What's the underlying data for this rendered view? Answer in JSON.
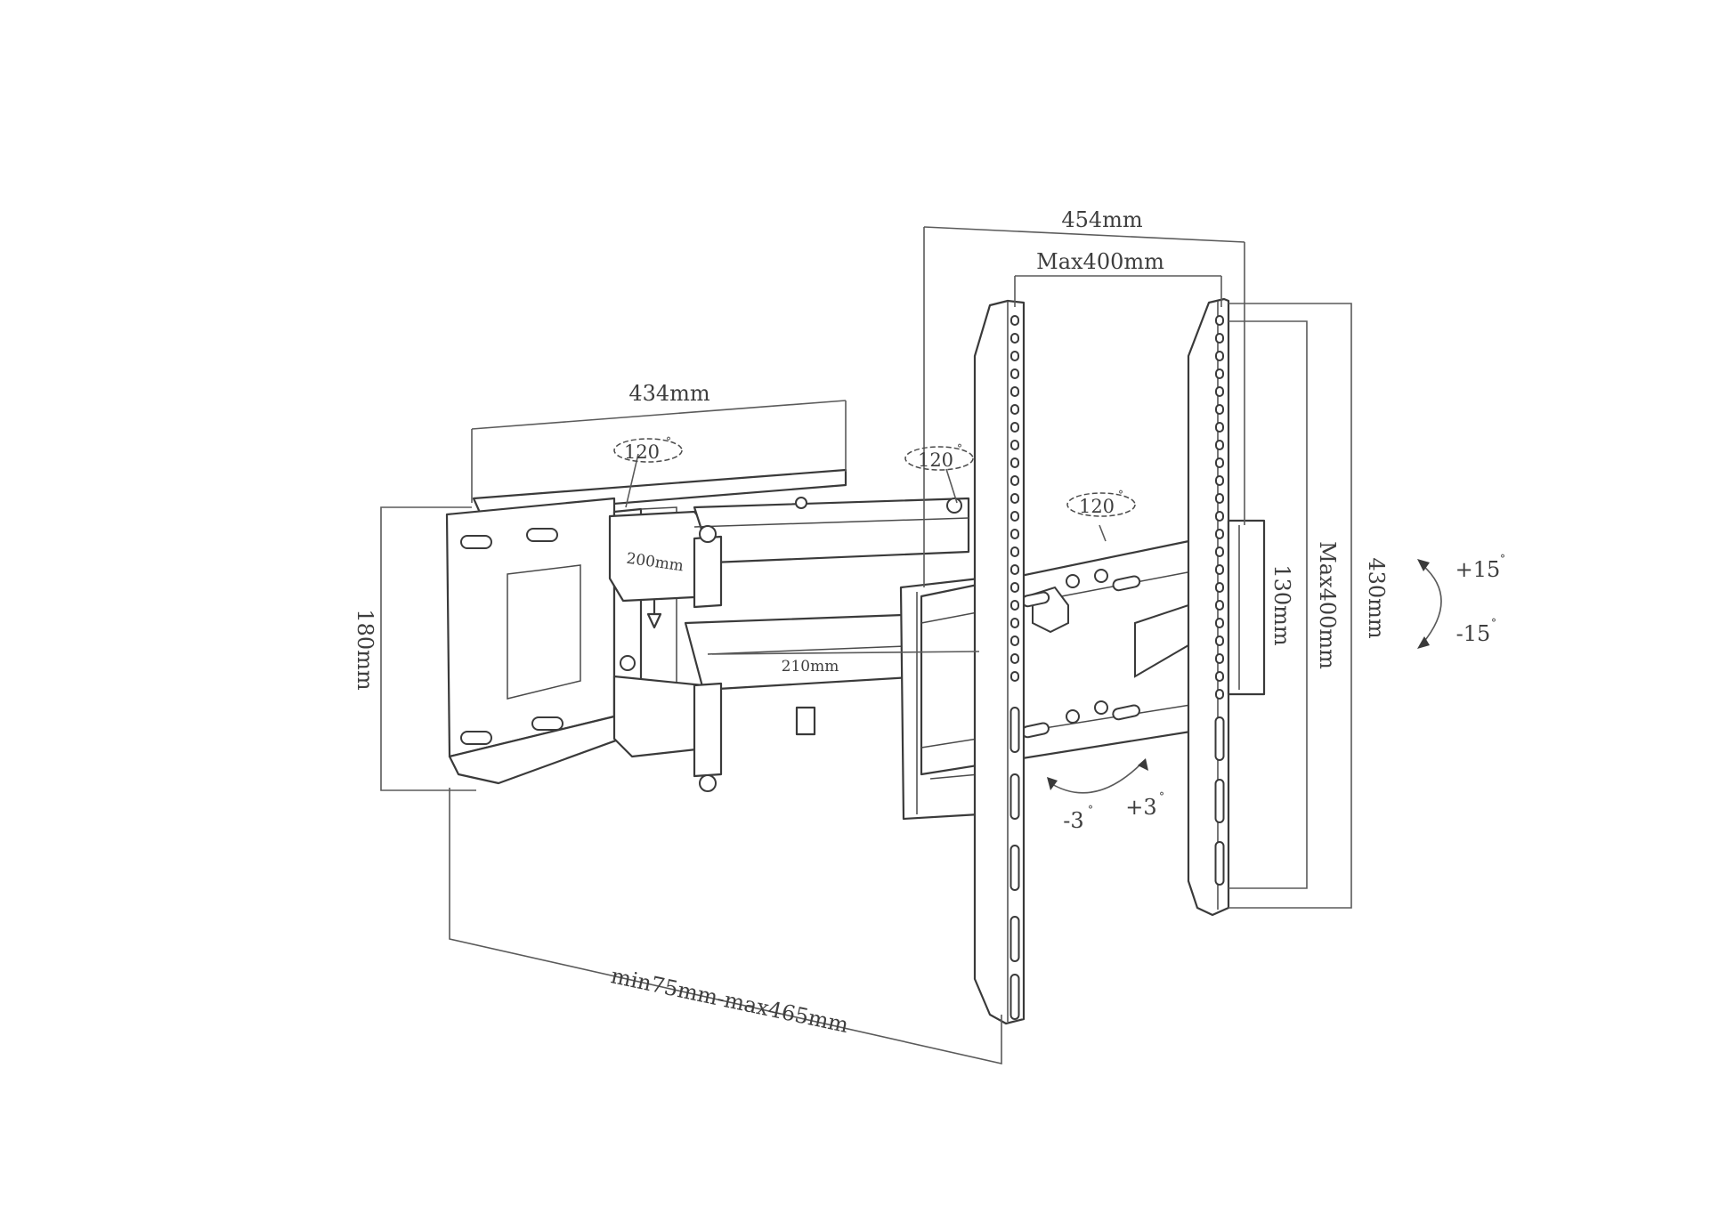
{
  "diagram": {
    "dimensions": {
      "plate_width": "454mm",
      "vesa_horizontal": "Max400mm",
      "vesa_vertical": "Max400mm",
      "bracket_height": "430mm",
      "inner_height": "130mm",
      "wall_plate_width": "434mm",
      "wall_plate_height": "180mm",
      "extension": "min75mm-max465mm",
      "arm_short": "200mm",
      "arm_long": "210mm"
    },
    "swivel_angles": {
      "wall_joint": "120",
      "middle_joint": "120",
      "head_joint": "120"
    },
    "tilt": {
      "up": "+15",
      "down": "-15"
    },
    "rotation": {
      "left": "-3",
      "right": "+3"
    },
    "degree_symbol": "°"
  }
}
